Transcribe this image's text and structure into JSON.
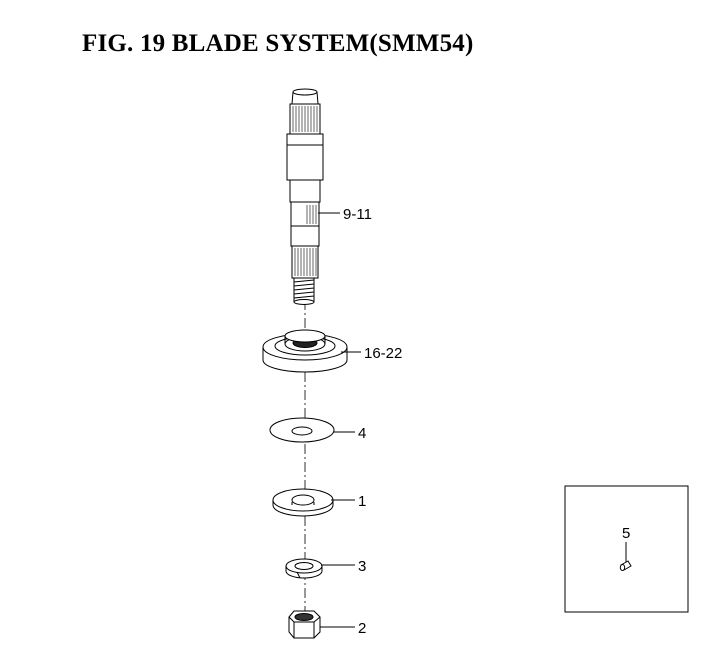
{
  "title": "FIG. 19  BLADE SYSTEM(SMM54)",
  "callouts": {
    "shaft": "9-11",
    "bearing": "16-22",
    "washer_flat": "4",
    "washer_cup": "1",
    "spring_washer": "3",
    "nut": "2",
    "pin": "5"
  }
}
